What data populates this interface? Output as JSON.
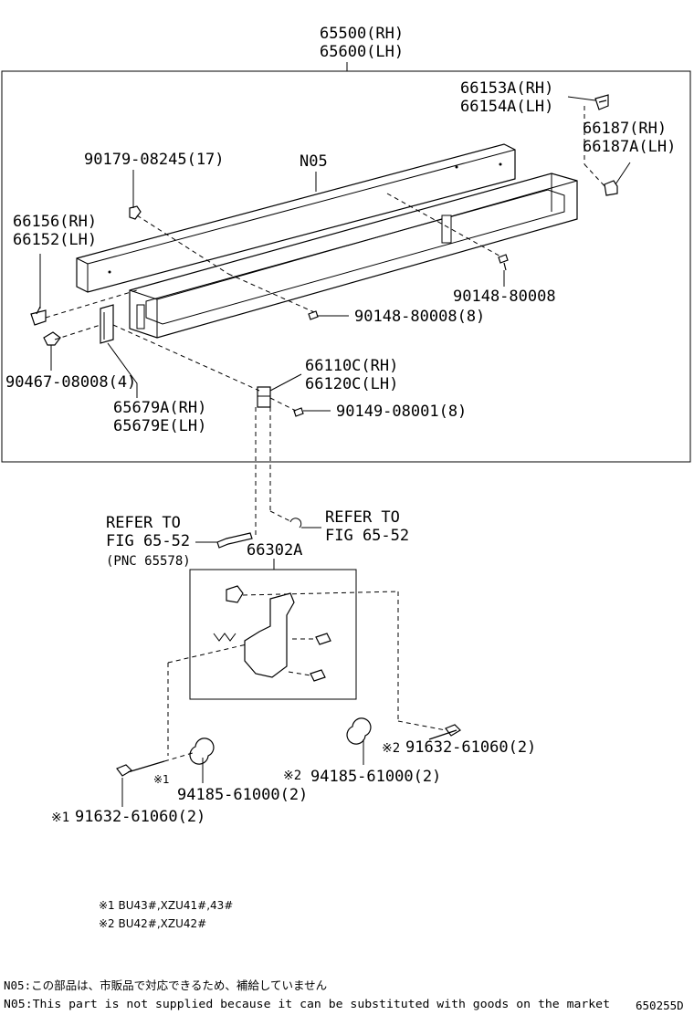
{
  "labels": {
    "assy_rh": "65500(RH)",
    "assy_lh": "65600(LH)",
    "clip_rh": "66153A(RH)",
    "clip_lh": "66154A(LH)",
    "bracket_rh": "66187(RH)",
    "bracket_lh": "66187A(LH)",
    "nut_17": "90179-08245(17)",
    "n05": "N05",
    "hook_rh": "66156(RH)",
    "hook_lh": "66152(LH)",
    "screw_right": "90148-80008",
    "screw_8": "90148-80008(8)",
    "clip_4": "90467-08008(4)",
    "cover_rh": "65679A(RH)",
    "cover_lh": "65679E(LH)",
    "hinge_rh": "66110C(RH)",
    "hinge_lh": "66120C(LH)",
    "screw_90149": "90149-08001(8)",
    "refer_left_1": "REFER TO",
    "refer_left_2": "FIG 65-52",
    "refer_left_3": "(PNC 65578)",
    "refer_right_1": "REFER TO",
    "refer_right_2": "FIG 65-52",
    "lock": "66302A",
    "bolt2": "91632-61060(2)",
    "washer2": "94185-61000(2)",
    "washer1": "94185-61000(2)",
    "bolt1": "91632-61060(2)",
    "mark2_a": "※2",
    "mark2_b": "※2",
    "mark1_a": "※1",
    "mark1_b": "※1"
  },
  "notes": {
    "note1": "※1 BU43#,XZU41#,43#",
    "note2": "※2 BU42#,XZU42#"
  },
  "footer": {
    "jp": "N05:この部品は、市販品で対応できるため、補給していません",
    "en": "N05:This part is not supplied because it can be substituted with goods on the market",
    "code": "650255D"
  }
}
